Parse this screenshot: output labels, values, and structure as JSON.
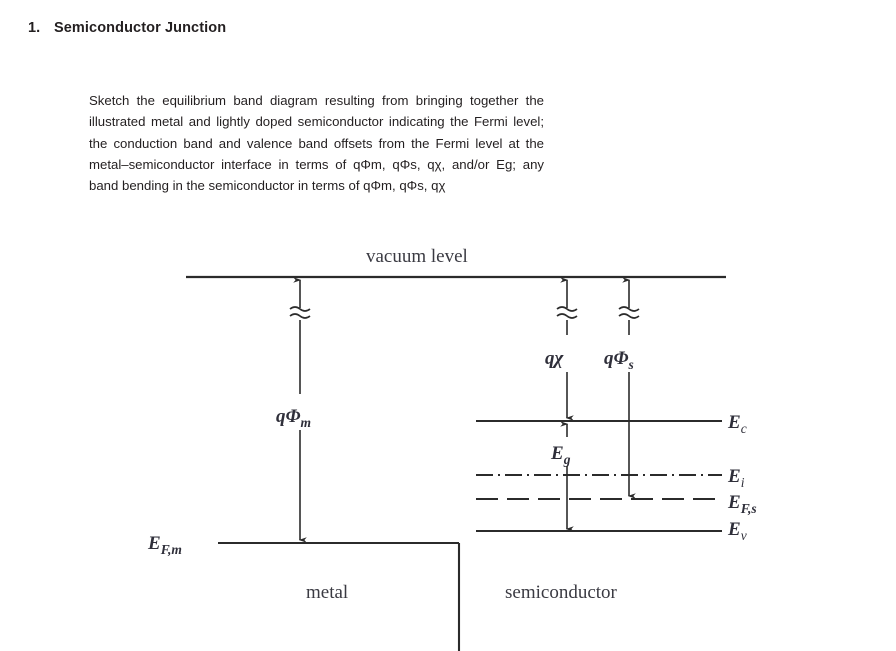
{
  "question": {
    "number": "1.",
    "title": "Semiconductor Junction",
    "body": "Sketch the equilibrium band diagram resulting from bringing together the illustrated metal and lightly doped semiconductor indicating the Fermi level; the conduction band and valence band offsets from the Fermi level at the metal–semiconductor interface in terms of qΦm, qΦs, qχ, and/or Eg; any band bending in the semiconductor in terms of qΦm, qΦs, qχ"
  },
  "diagram": {
    "vacuum_level_label": "vacuum level",
    "metal_label": "metal",
    "semiconductor_label": "semiconductor",
    "work_function_metal": {
      "base": "qΦ",
      "sub": "m"
    },
    "electron_affinity": {
      "base": "qχ",
      "sub": ""
    },
    "work_function_semi": {
      "base": "qΦ",
      "sub": "s"
    },
    "band_gap": {
      "base": "E",
      "sub": "g"
    },
    "fermi_metal": {
      "base": "E",
      "sub": "F,m"
    },
    "conduction_band": {
      "base": "E",
      "sub": "c"
    },
    "intrinsic_level": {
      "base": "E",
      "sub": "i"
    },
    "fermi_semi": {
      "base": "E",
      "sub": "F,s"
    },
    "valence_band": {
      "base": "E",
      "sub": "v"
    },
    "colors": {
      "line": "#2b2b2b",
      "text": "#231f20",
      "label": "#3a3a42"
    }
  }
}
